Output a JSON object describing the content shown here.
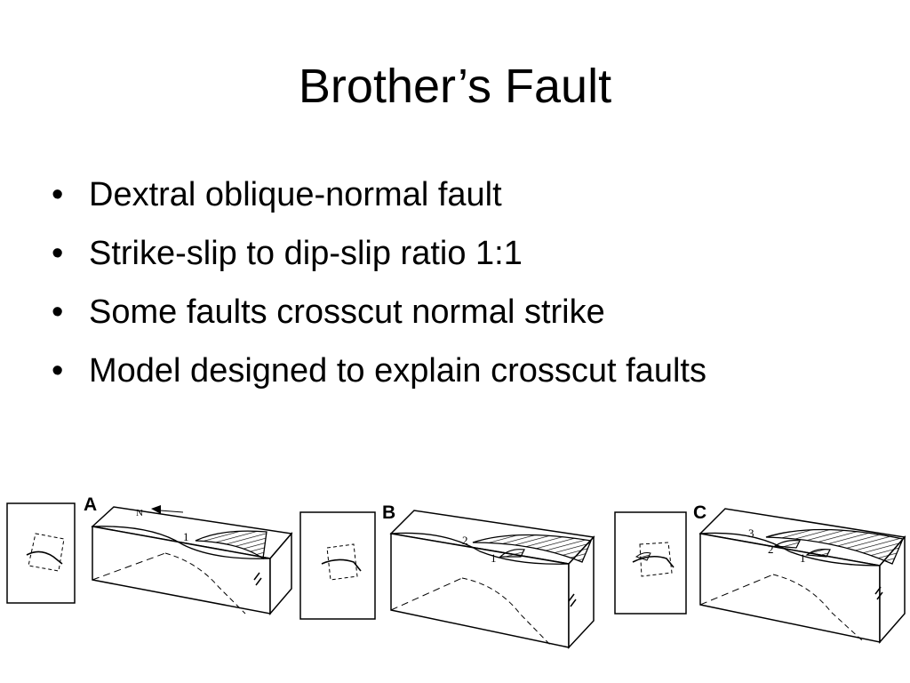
{
  "slide": {
    "title": "Brother’s Fault",
    "bullet_char": "•",
    "bullets": [
      "Dextral oblique-normal fault",
      "Strike-slip to dip-slip ratio 1:1",
      "Some faults crosscut normal strike",
      "Model designed to explain crosscut faults"
    ]
  },
  "figure": {
    "panels": [
      {
        "letter": "A",
        "north_label": "N",
        "fault_labels": [
          "1"
        ]
      },
      {
        "letter": "B",
        "fault_labels": [
          "2",
          "1"
        ]
      },
      {
        "letter": "C",
        "fault_labels": [
          "3",
          "2",
          "1"
        ]
      }
    ]
  }
}
